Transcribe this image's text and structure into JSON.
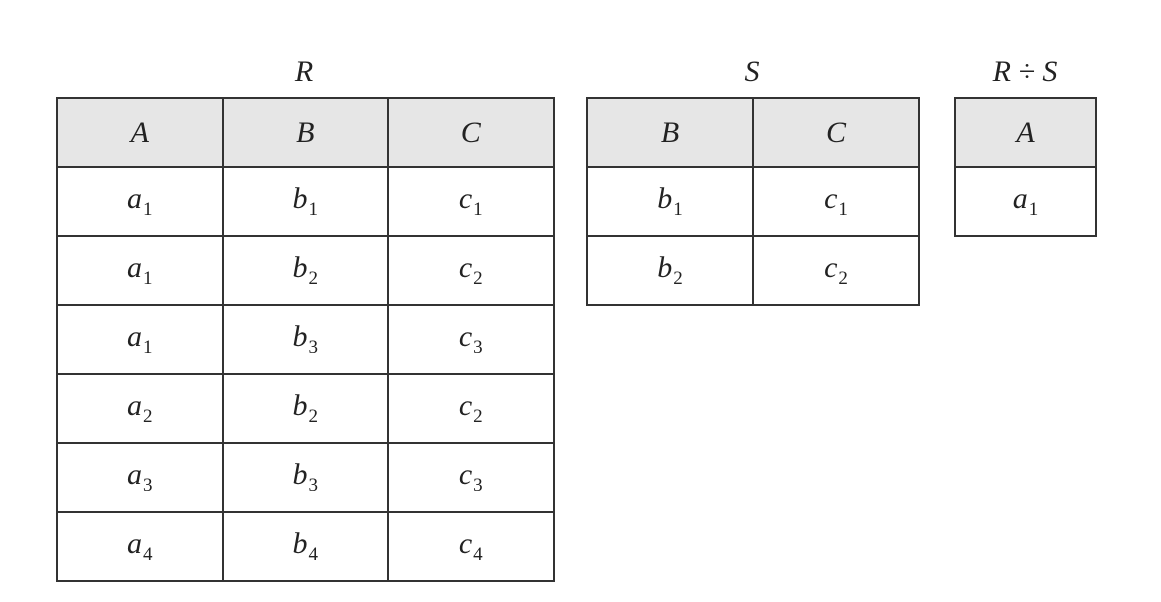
{
  "relations": {
    "r": {
      "title": "R",
      "headers": [
        "A",
        "B",
        "C"
      ],
      "rows": [
        [
          {
            "base": "a",
            "sub": "1"
          },
          {
            "base": "b",
            "sub": "1"
          },
          {
            "base": "c",
            "sub": "1"
          }
        ],
        [
          {
            "base": "a",
            "sub": "1"
          },
          {
            "base": "b",
            "sub": "2"
          },
          {
            "base": "c",
            "sub": "2"
          }
        ],
        [
          {
            "base": "a",
            "sub": "1"
          },
          {
            "base": "b",
            "sub": "3"
          },
          {
            "base": "c",
            "sub": "3"
          }
        ],
        [
          {
            "base": "a",
            "sub": "2"
          },
          {
            "base": "b",
            "sub": "2"
          },
          {
            "base": "c",
            "sub": "2"
          }
        ],
        [
          {
            "base": "a",
            "sub": "3"
          },
          {
            "base": "b",
            "sub": "3"
          },
          {
            "base": "c",
            "sub": "3"
          }
        ],
        [
          {
            "base": "a",
            "sub": "4"
          },
          {
            "base": "b",
            "sub": "4"
          },
          {
            "base": "c",
            "sub": "4"
          }
        ]
      ]
    },
    "s": {
      "title": "S",
      "headers": [
        "B",
        "C"
      ],
      "rows": [
        [
          {
            "base": "b",
            "sub": "1"
          },
          {
            "base": "c",
            "sub": "1"
          }
        ],
        [
          {
            "base": "b",
            "sub": "2"
          },
          {
            "base": "c",
            "sub": "2"
          }
        ]
      ]
    },
    "q": {
      "title": "R ÷ S",
      "headers": [
        "A"
      ],
      "rows": [
        [
          {
            "base": "a",
            "sub": "1"
          }
        ]
      ]
    }
  },
  "colors": {
    "header_fill": "#e6e6e6",
    "border": "#333333",
    "text": "#222222"
  }
}
